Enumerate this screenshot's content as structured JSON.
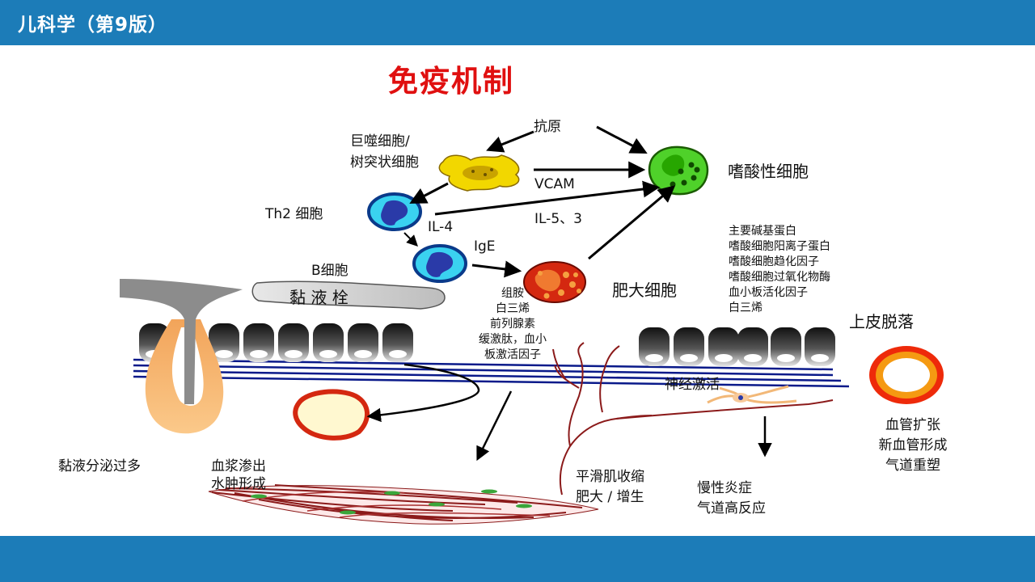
{
  "header": {
    "title": "儿科学（第9版）"
  },
  "slide": {
    "title": "免疫机制"
  },
  "labels": {
    "antigen": "抗原",
    "macrophage": "巨噬细胞/\n树突状细胞",
    "eosinophil": "嗜酸性细胞",
    "th2": "Th2 细胞",
    "vcam": "VCAM",
    "il5": "IL-5、3",
    "il4": "IL-4",
    "ige": "IgE",
    "bcell": "B细胞",
    "mucus_plug": "黏 液 栓",
    "mast_cell": "肥大细胞",
    "mediators": "组胺\n白三烯\n前列腺素\n缓激肽，血小\n板激活因子",
    "eos_products": "主要碱基蛋白\n嗜酸细胞阳离子蛋白\n嗜酸细胞趋化因子\n嗜酸细胞过氧化物酶\n血小板活化因子\n白三烯",
    "epithelial_shedding": "上皮脱落",
    "nerve_activation": "神经激活",
    "mucus_secretion": "黏液分泌过多",
    "plasma_exudation": "血浆渗出\n水肿形成",
    "smooth_muscle": "平滑肌收缩\n肥大 / 增生",
    "chronic_inflammation": "慢性炎症\n气道高反应",
    "vascular": "血管扩张\n新血管形成\n气道重塑"
  },
  "colors": {
    "header_bar": "#1c7cb8",
    "title_red": "#e01010",
    "eosinophil_green": "#4fd12a",
    "mast_cell_red": "#d42810",
    "lymphocyte_cyan": "#3ad2f0",
    "nerve_navy": "#0a1a8a",
    "muscle_maroon": "#8b1a1a"
  }
}
